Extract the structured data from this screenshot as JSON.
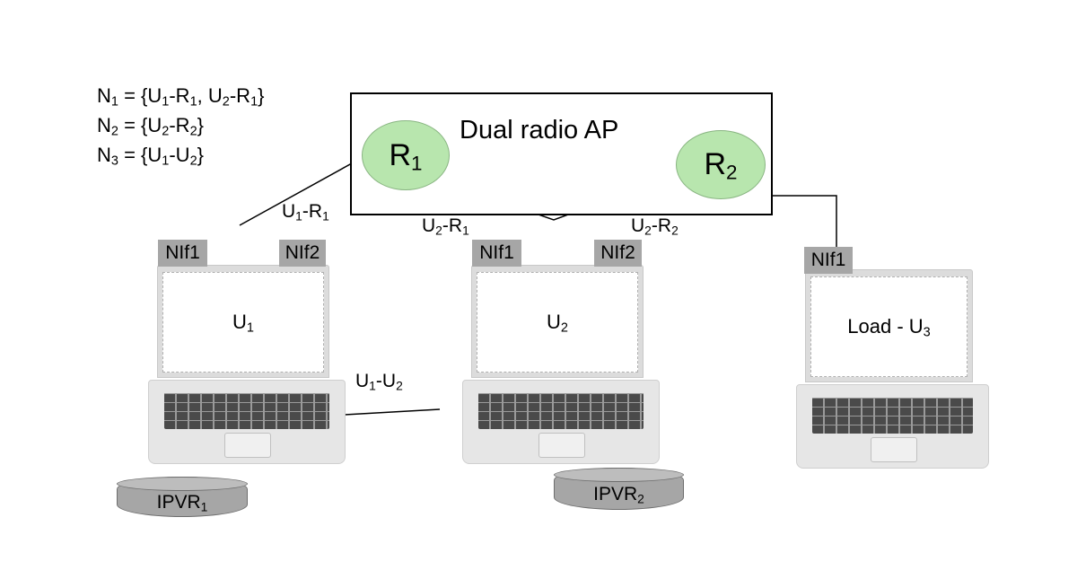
{
  "network_sets": {
    "n1": [
      "N",
      "1",
      " = {U",
      "1",
      "-R",
      "1",
      ", U",
      "2",
      "-R",
      "1",
      "}"
    ],
    "n2": [
      "N",
      "2",
      " = {U",
      "2",
      "-R",
      "2",
      "}"
    ],
    "n3": [
      "N",
      "3",
      " = {U",
      "1",
      "-U",
      "2",
      "}"
    ]
  },
  "access_point": {
    "title": "Dual radio AP",
    "radio1": [
      "R",
      "1"
    ],
    "radio2": [
      "R",
      "2"
    ]
  },
  "links": {
    "u1_r1": [
      "U",
      "1",
      "-R",
      "1"
    ],
    "u2_r1": [
      "U",
      "2",
      "-R",
      "1"
    ],
    "u2_r2": [
      "U",
      "2",
      "-R",
      "2"
    ],
    "u1_u2": [
      "U",
      "1",
      "-U",
      "2"
    ]
  },
  "laptops": {
    "u1": {
      "screen": [
        "U",
        "1"
      ],
      "nif1": "NIf1",
      "nif2": "NIf2"
    },
    "u2": {
      "screen": [
        "U",
        "2"
      ],
      "nif1": "NIf1",
      "nif2": "NIf2"
    },
    "u3": {
      "screen": [
        "Load - U",
        "3"
      ],
      "nif1": "NIf1"
    }
  },
  "storage": {
    "ipvr1": [
      "IPVR",
      "1"
    ],
    "ipvr2": [
      "IPVR",
      "2"
    ]
  },
  "colors": {
    "radio_fill": "#b8e6ae",
    "nif_fill": "#a6a6a6",
    "disk_fill": "#a6a6a6",
    "line": "#000000"
  }
}
